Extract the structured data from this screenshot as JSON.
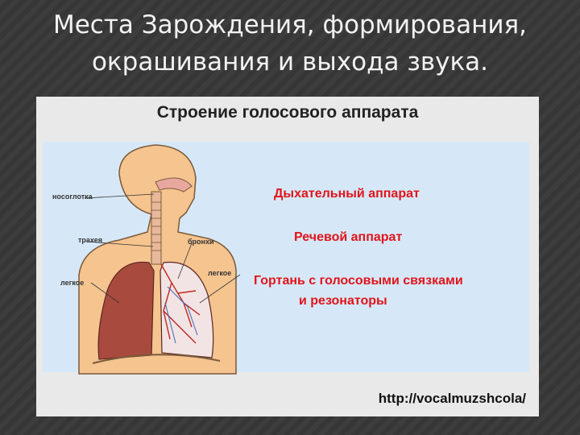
{
  "slide": {
    "title_line1": "Места Зарождения, формирования,",
    "title_line2": "окрашивания и выхода звука."
  },
  "figure": {
    "heading": "Строение голосового аппарата",
    "labels": {
      "breathing": "Дыхательный аппарат",
      "speech": "Речевой аппарат",
      "larynx_line1": "Гортань с голосовыми связками",
      "larynx_line2": "и резонаторы"
    },
    "diagram_labels": {
      "nasopharynx": "носоглотка",
      "trachea": "трахея",
      "bronchi": "бронхи",
      "lung_left": "легкое",
      "lung_right": "легкое"
    },
    "url": "http://vocalmuzshcola/"
  },
  "colors": {
    "accent": "#e1141b",
    "skin": "#f5c48f",
    "lung": "#a94a3e",
    "panel_bg": "#d6e8f7"
  }
}
